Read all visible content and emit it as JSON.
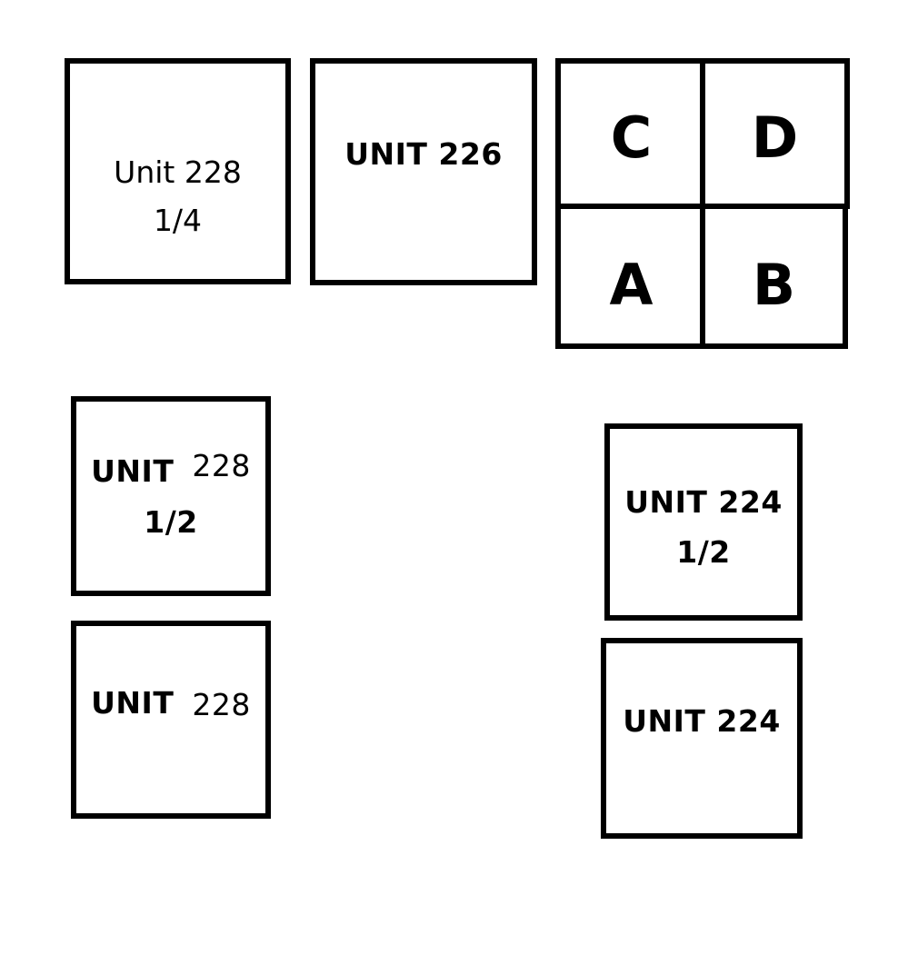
{
  "units": {
    "unit_228_quarter": {
      "line1": "Unit 228",
      "line2": "1/4"
    },
    "unit_226": {
      "line1": "UNIT 226"
    },
    "unit_228_half": {
      "line1a": "UNIT",
      "line1b": "228",
      "line2": "1/2"
    },
    "unit_228": {
      "line1a": "UNIT",
      "line1b": "228"
    },
    "unit_224_half": {
      "line1": "UNIT 224",
      "line2": "1/2"
    },
    "unit_224": {
      "line1": "UNIT 224"
    }
  },
  "grid": {
    "top_left": "C",
    "top_right": "D",
    "bottom_left": "A",
    "bottom_right": "B"
  }
}
